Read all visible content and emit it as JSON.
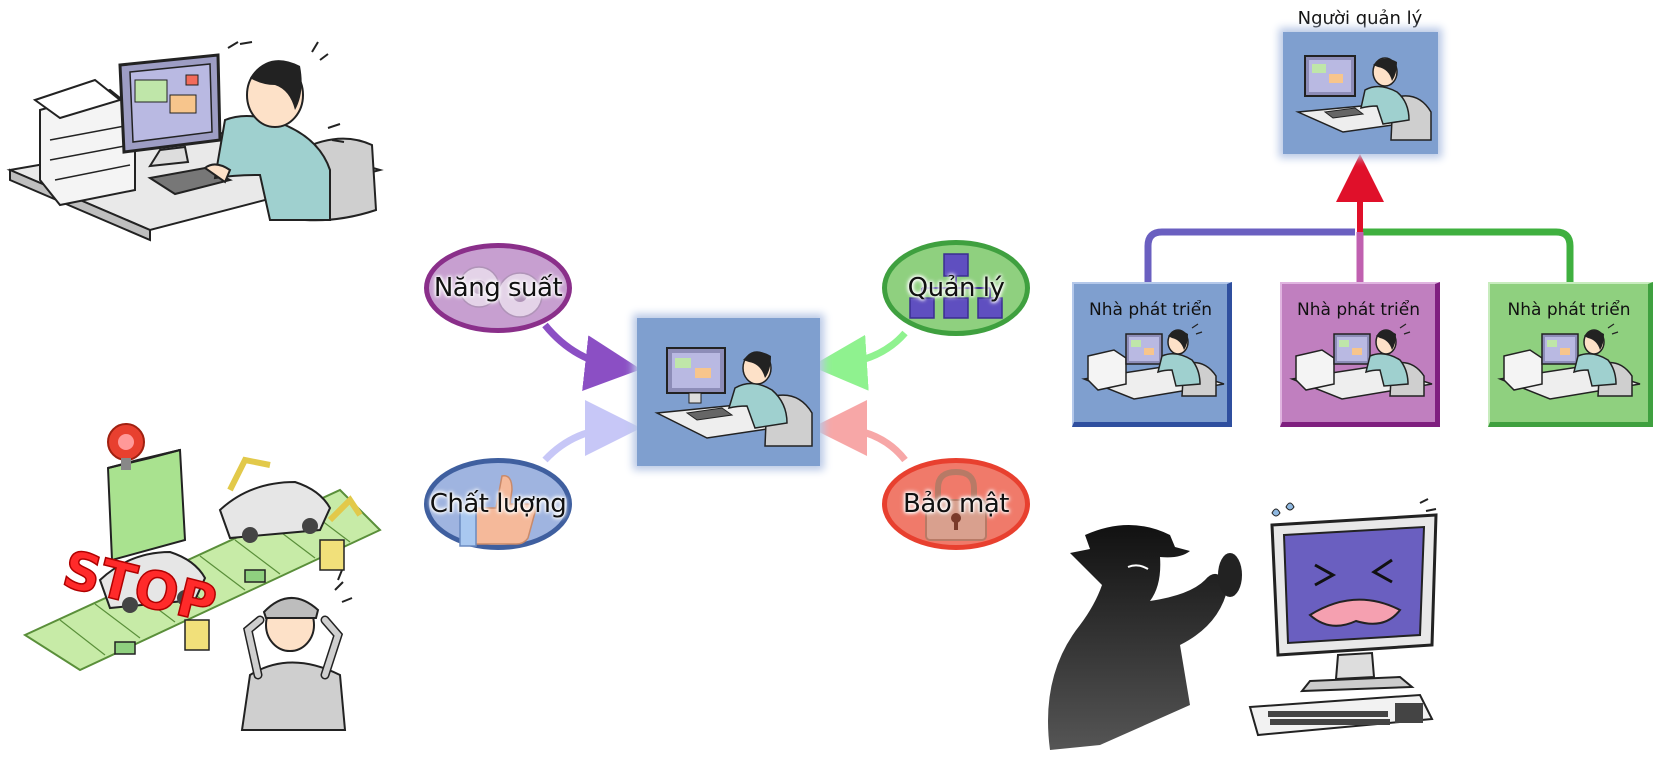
{
  "hub": {
    "bubbles": {
      "productivity": "Năng suất",
      "management": "Quản lý",
      "quality": "Chất lượng",
      "security": "Bảo mật"
    }
  },
  "org": {
    "manager_label": "Người quản lý",
    "developers": [
      {
        "label": "Nhà phát triển",
        "color": "#7f9fcf"
      },
      {
        "label": "Nhà phát triển",
        "color": "#c07fbf"
      },
      {
        "label": "Nhà phát triển",
        "color": "#8fd07f"
      }
    ]
  },
  "stop_sign": "STOP",
  "colors": {
    "blue_box": "#7f9fcf",
    "purple": "#9d3f9d",
    "green": "#40a840",
    "red": "#e8402f",
    "navy": "#3f5f9f"
  }
}
